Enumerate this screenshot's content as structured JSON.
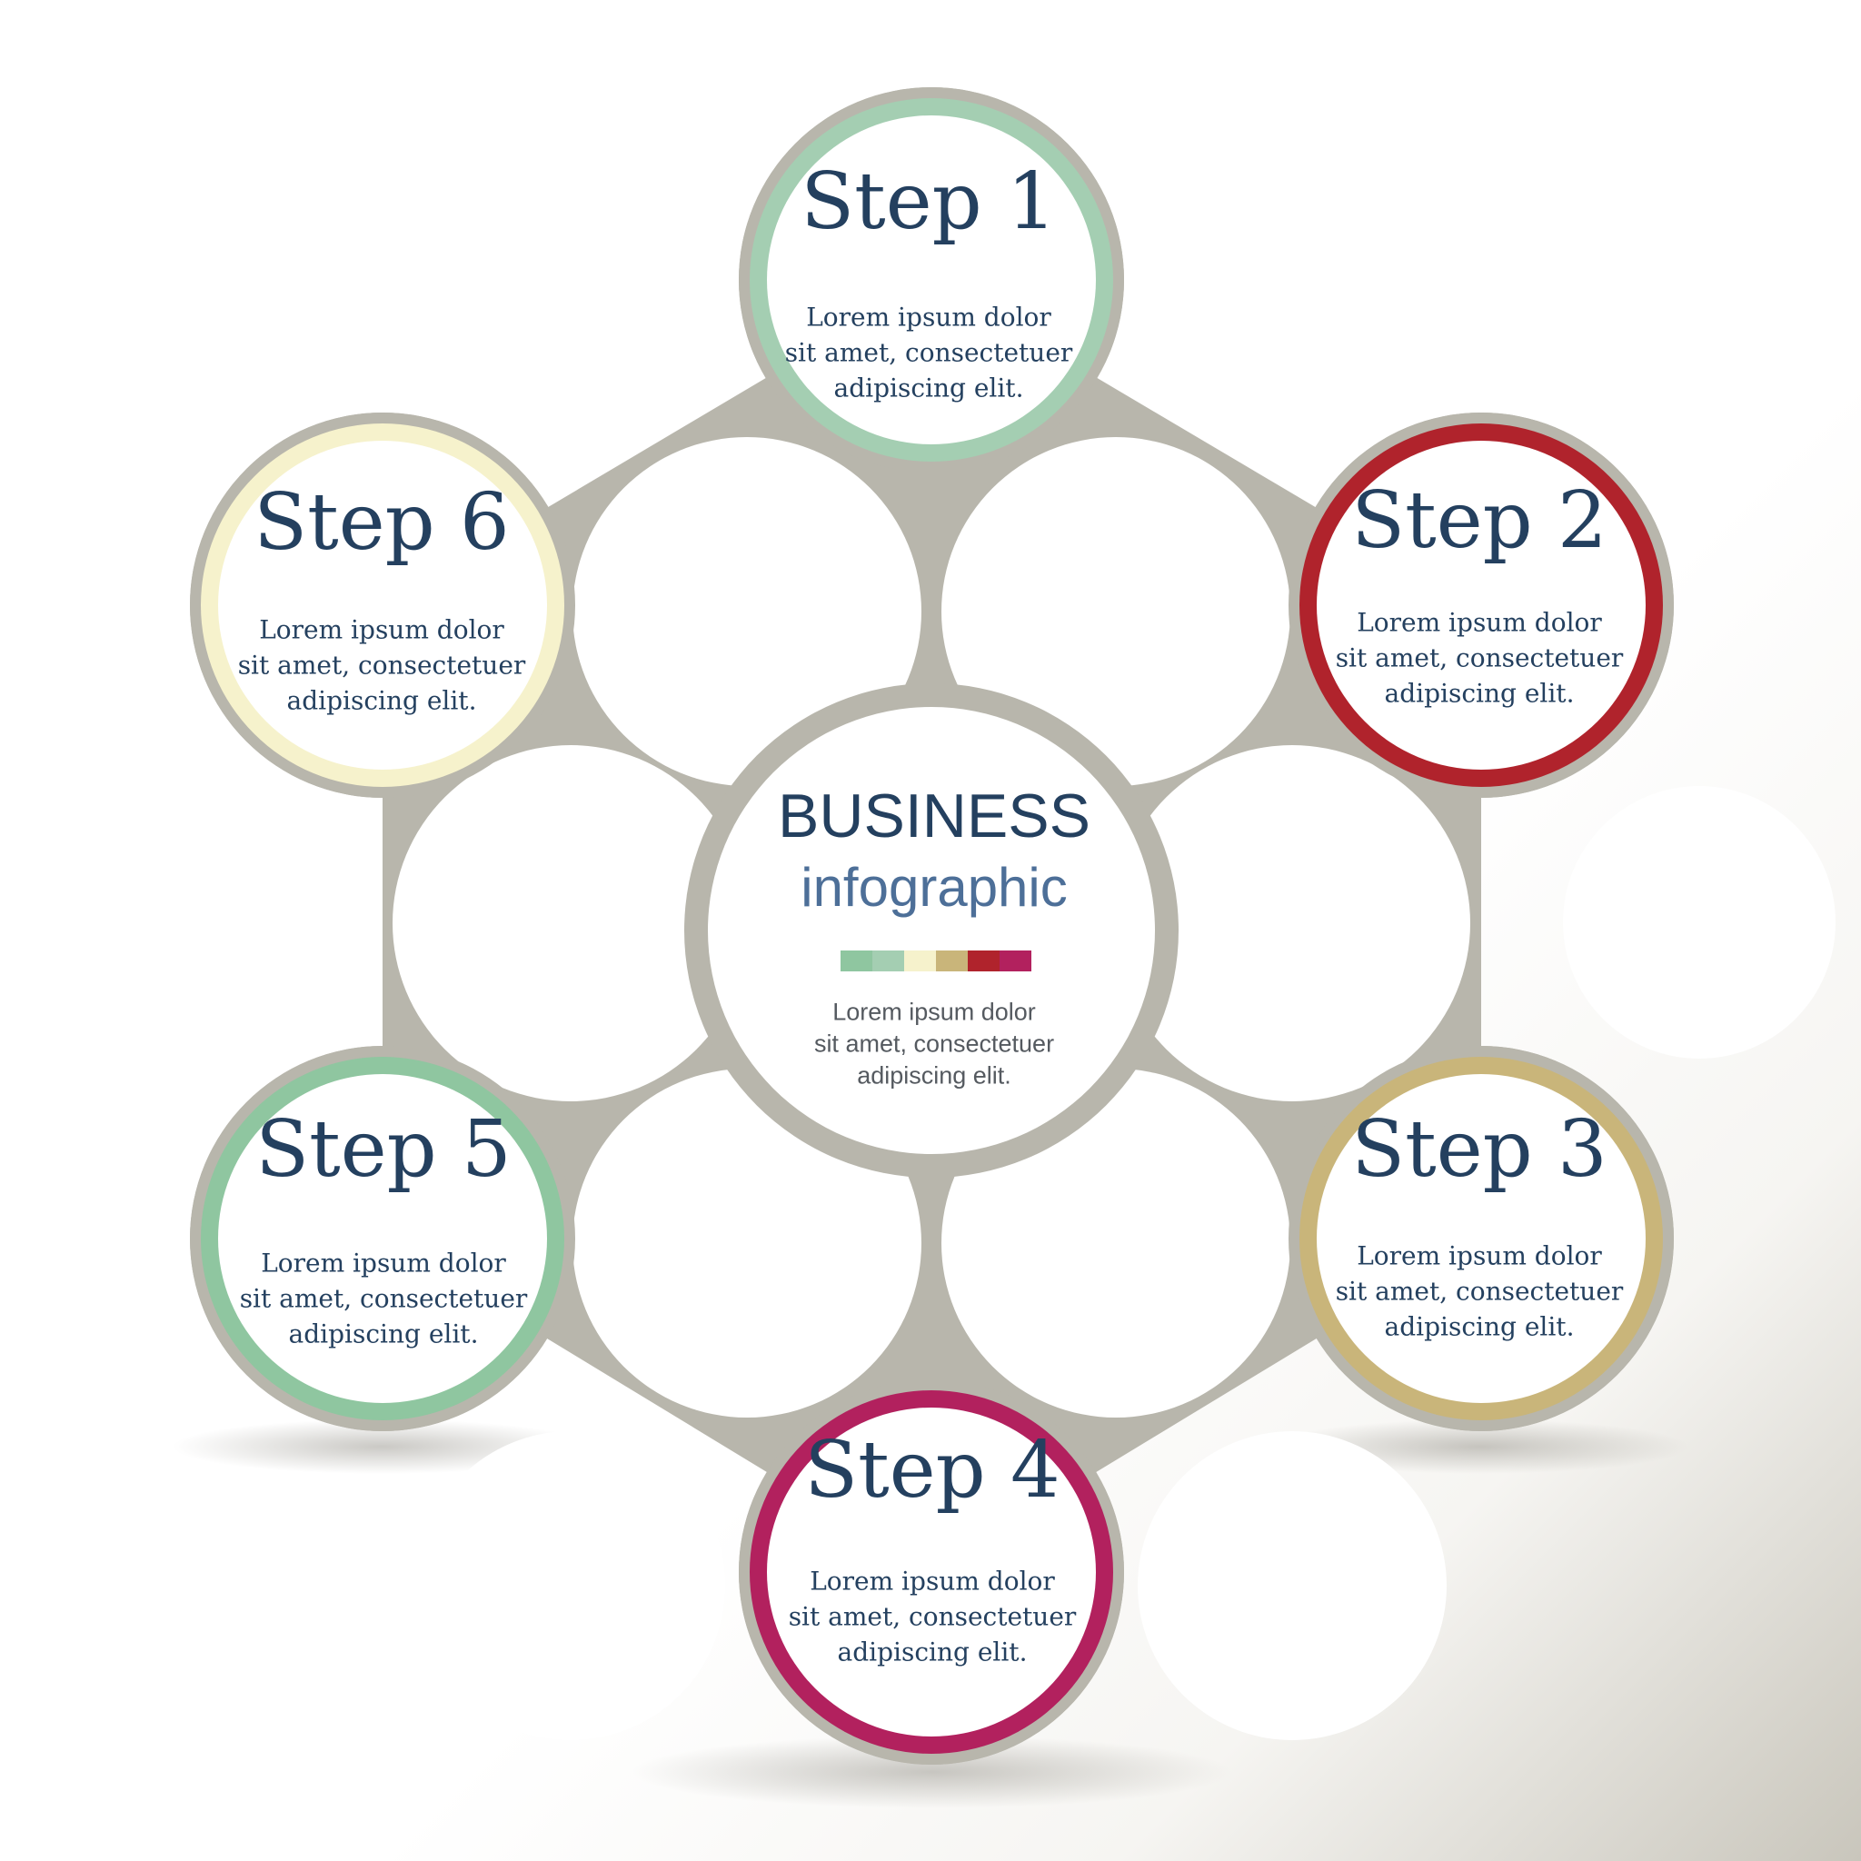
{
  "colors": {
    "frame": "#b8b6ac",
    "step1": "#a4ceb2",
    "step2": "#b0232c",
    "step3": "#c9b57a",
    "step4": "#b2215e",
    "step5": "#8fc6a0",
    "step6": "#f6f2cc",
    "text": "#24405f",
    "subtitle": "#4d6f98",
    "center_text": "#555a60"
  },
  "center": {
    "title": "BUSINESS",
    "subtitle": "infographic",
    "lines": [
      "Lorem ipsum dolor",
      "sit amet, consectetuer",
      "adipiscing elit."
    ],
    "palette": [
      "#8fc6a0",
      "#a4ceb2",
      "#f6f2cc",
      "#c9b57a",
      "#b0232c",
      "#b2215e"
    ]
  },
  "steps": [
    {
      "title": "Step 1",
      "color_key": "step1",
      "lines": [
        "Lorem ipsum dolor",
        "sit amet, consectetuer",
        "adipiscing elit."
      ]
    },
    {
      "title": "Step 2",
      "color_key": "step2",
      "lines": [
        "Lorem ipsum dolor",
        "sit amet, consectetuer",
        "adipiscing elit."
      ]
    },
    {
      "title": "Step 3",
      "color_key": "step3",
      "lines": [
        "Lorem ipsum dolor",
        "sit amet, consectetuer",
        "adipiscing elit."
      ]
    },
    {
      "title": "Step 4",
      "color_key": "step4",
      "lines": [
        "Lorem ipsum dolor",
        "sit amet, consectetuer",
        "adipiscing elit."
      ]
    },
    {
      "title": "Step 5",
      "color_key": "step5",
      "lines": [
        "Lorem ipsum dolor",
        "sit amet, consectetuer",
        "adipiscing elit."
      ]
    },
    {
      "title": "Step 6",
      "color_key": "step6",
      "lines": [
        "Lorem ipsum dolor",
        "sit amet, consectetuer",
        "adipiscing elit."
      ]
    }
  ]
}
